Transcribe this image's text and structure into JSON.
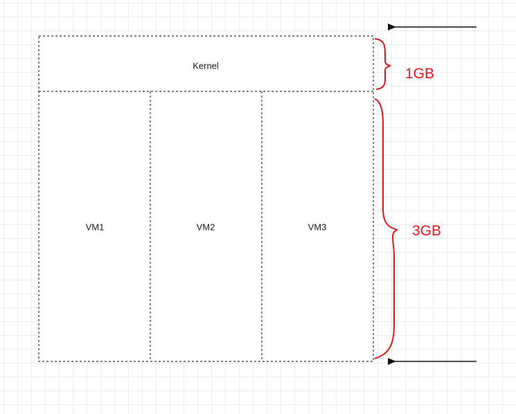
{
  "diagram": {
    "regions": {
      "kernel": "Kernel",
      "vm1": "VM1",
      "vm2": "VM2",
      "vm3": "VM3"
    },
    "braces": {
      "top": "1GB",
      "bottom": "3GB"
    }
  },
  "colors": {
    "annotation": "#e8141b",
    "outline": "#333333",
    "grid": "#ececec"
  }
}
